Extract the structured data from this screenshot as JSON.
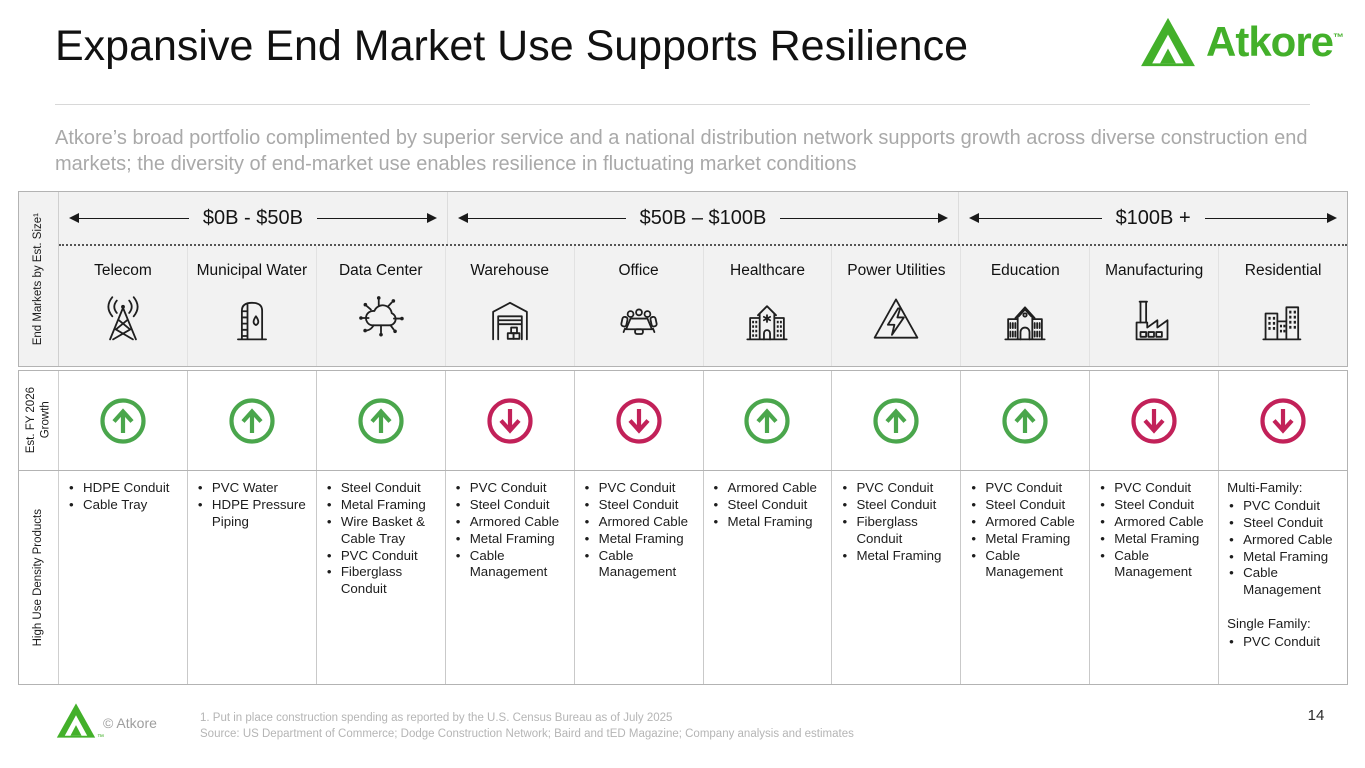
{
  "slide": {
    "title": "Expansive End Market Use Supports Resilience",
    "subtitle": "Atkore’s broad portfolio complimented by superior service and a national distribution network supports growth across diverse construction end markets; the diversity of end-market use enables resilience in fluctuating market conditions",
    "logo_text": "Atkore",
    "logo_tm": "™",
    "copyright": "© Atkore",
    "footnote1": "1. Put in place construction spending as reported by the U.S. Census Bureau as of July 2025",
    "footnote2": "Source: US Department of Commerce; Dodge Construction Network; Baird and tED Magazine; Company analysis and estimates",
    "page_number": "14"
  },
  "colors": {
    "brand_green": "#43b02a",
    "growth_up": "#4aa64c",
    "growth_down": "#c22159"
  },
  "table": {
    "row_labels": [
      "End Markets by Est. Size¹",
      "Est. FY 2026\nGrowth",
      "High Use Density Products"
    ],
    "size_bands": [
      {
        "label": "$0B - $50B",
        "span": 3
      },
      {
        "label": "$50B – $100B",
        "span": 4
      },
      {
        "label": "$100B +",
        "span": 3
      }
    ],
    "columns": [
      {
        "name": "Telecom",
        "icon": "telecom-icon",
        "growth": "up",
        "groups": [
          {
            "heading": "",
            "items": [
              "HDPE Conduit",
              "Cable Tray"
            ]
          }
        ]
      },
      {
        "name": "Municipal Water",
        "icon": "municipal-water-icon",
        "growth": "up",
        "groups": [
          {
            "heading": "",
            "items": [
              "PVC Water",
              "HDPE Pressure Piping"
            ]
          }
        ]
      },
      {
        "name": "Data Center",
        "icon": "data-center-icon",
        "growth": "up",
        "groups": [
          {
            "heading": "",
            "items": [
              "Steel Conduit",
              "Metal Framing",
              "Wire Basket & Cable Tray",
              "PVC Conduit",
              "Fiberglass Conduit"
            ]
          }
        ]
      },
      {
        "name": "Warehouse",
        "icon": "warehouse-icon",
        "growth": "down",
        "groups": [
          {
            "heading": "",
            "items": [
              "PVC Conduit",
              "Steel Conduit",
              "Armored Cable",
              "Metal Framing",
              "Cable Management"
            ]
          }
        ]
      },
      {
        "name": "Office",
        "icon": "office-icon",
        "growth": "down",
        "groups": [
          {
            "heading": "",
            "items": [
              "PVC Conduit",
              "Steel Conduit",
              "Armored Cable",
              "Metal Framing",
              "Cable Management"
            ]
          }
        ]
      },
      {
        "name": "Healthcare",
        "icon": "healthcare-icon",
        "growth": "up",
        "groups": [
          {
            "heading": "",
            "items": [
              "Armored Cable",
              "Steel Conduit",
              "Metal Framing"
            ]
          }
        ]
      },
      {
        "name": "Power Utilities",
        "icon": "power-utilities-icon",
        "growth": "up",
        "groups": [
          {
            "heading": "",
            "items": [
              "PVC Conduit",
              "Steel Conduit",
              "Fiberglass Conduit",
              "Metal Framing"
            ]
          }
        ]
      },
      {
        "name": "Education",
        "icon": "education-icon",
        "growth": "up",
        "groups": [
          {
            "heading": "",
            "items": [
              "PVC Conduit",
              "Steel Conduit",
              "Armored Cable",
              "Metal Framing",
              "Cable Management"
            ]
          }
        ]
      },
      {
        "name": "Manufacturing",
        "icon": "manufacturing-icon",
        "growth": "down",
        "groups": [
          {
            "heading": "",
            "items": [
              "PVC Conduit",
              "Steel Conduit",
              "Armored Cable",
              "Metal Framing",
              "Cable Management"
            ]
          }
        ]
      },
      {
        "name": "Residential",
        "icon": "residential-icon",
        "growth": "down",
        "groups": [
          {
            "heading": "Multi-Family:",
            "items": [
              "PVC Conduit",
              "Steel Conduit",
              "Armored Cable",
              "Metal Framing",
              "Cable Management"
            ]
          },
          {
            "heading": "Single Family:",
            "items": [
              "PVC Conduit"
            ]
          }
        ]
      }
    ]
  }
}
